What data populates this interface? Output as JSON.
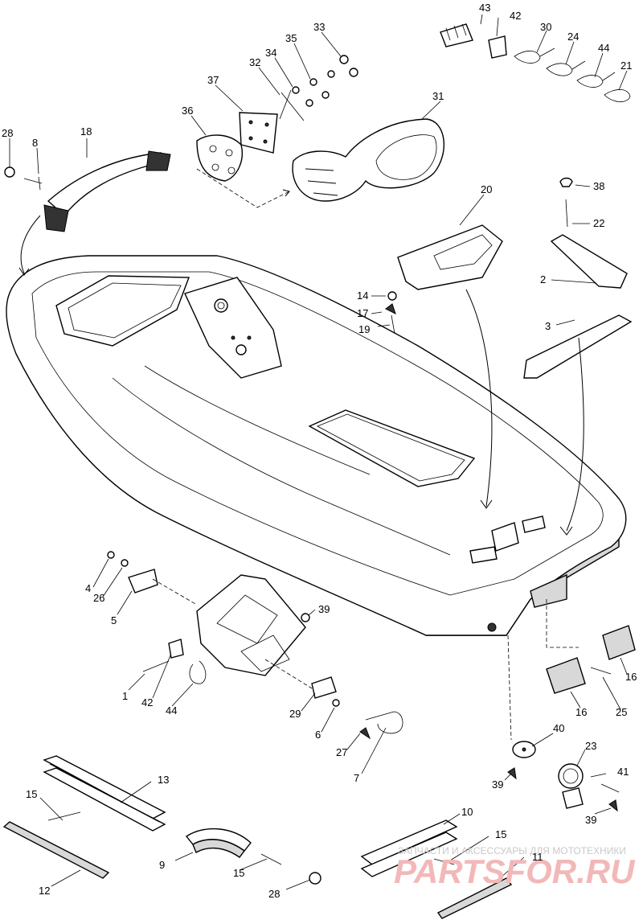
{
  "labels": {
    "l43": "43",
    "l42a": "42",
    "l30": "30",
    "l24": "24",
    "l44a": "44",
    "l21": "21",
    "l33": "33",
    "l35": "35",
    "l34": "34",
    "l32": "32",
    "l37": "37",
    "l36": "36",
    "l31": "31",
    "l28a": "28",
    "l8": "8",
    "l18": "18",
    "l20": "20",
    "l38": "38",
    "l22": "22",
    "l2": "2",
    "l3": "3",
    "l14": "14",
    "l17": "17",
    "l19": "19",
    "l4": "4",
    "l26": "26",
    "l5": "5",
    "l39a": "39",
    "l1": "1",
    "l42b": "42",
    "l44b": "44",
    "l29": "29",
    "l6": "6",
    "l27": "27",
    "l7": "7",
    "l16a": "16",
    "l16b": "16",
    "l25": "25",
    "l40": "40",
    "l23": "23",
    "l41": "41",
    "l39b": "39",
    "l39c": "39",
    "l13": "13",
    "l15a": "15",
    "l12": "12",
    "l9": "9",
    "l15b": "15",
    "l28b": "28",
    "l10": "10",
    "l15c": "15",
    "l11": "11"
  },
  "watermark": {
    "line1": "ЗАПЧАСТИ И АКСЕССУАРЫ ДЛЯ МОТОТЕХНИКИ",
    "line2": "PARTSFOR.RU"
  }
}
